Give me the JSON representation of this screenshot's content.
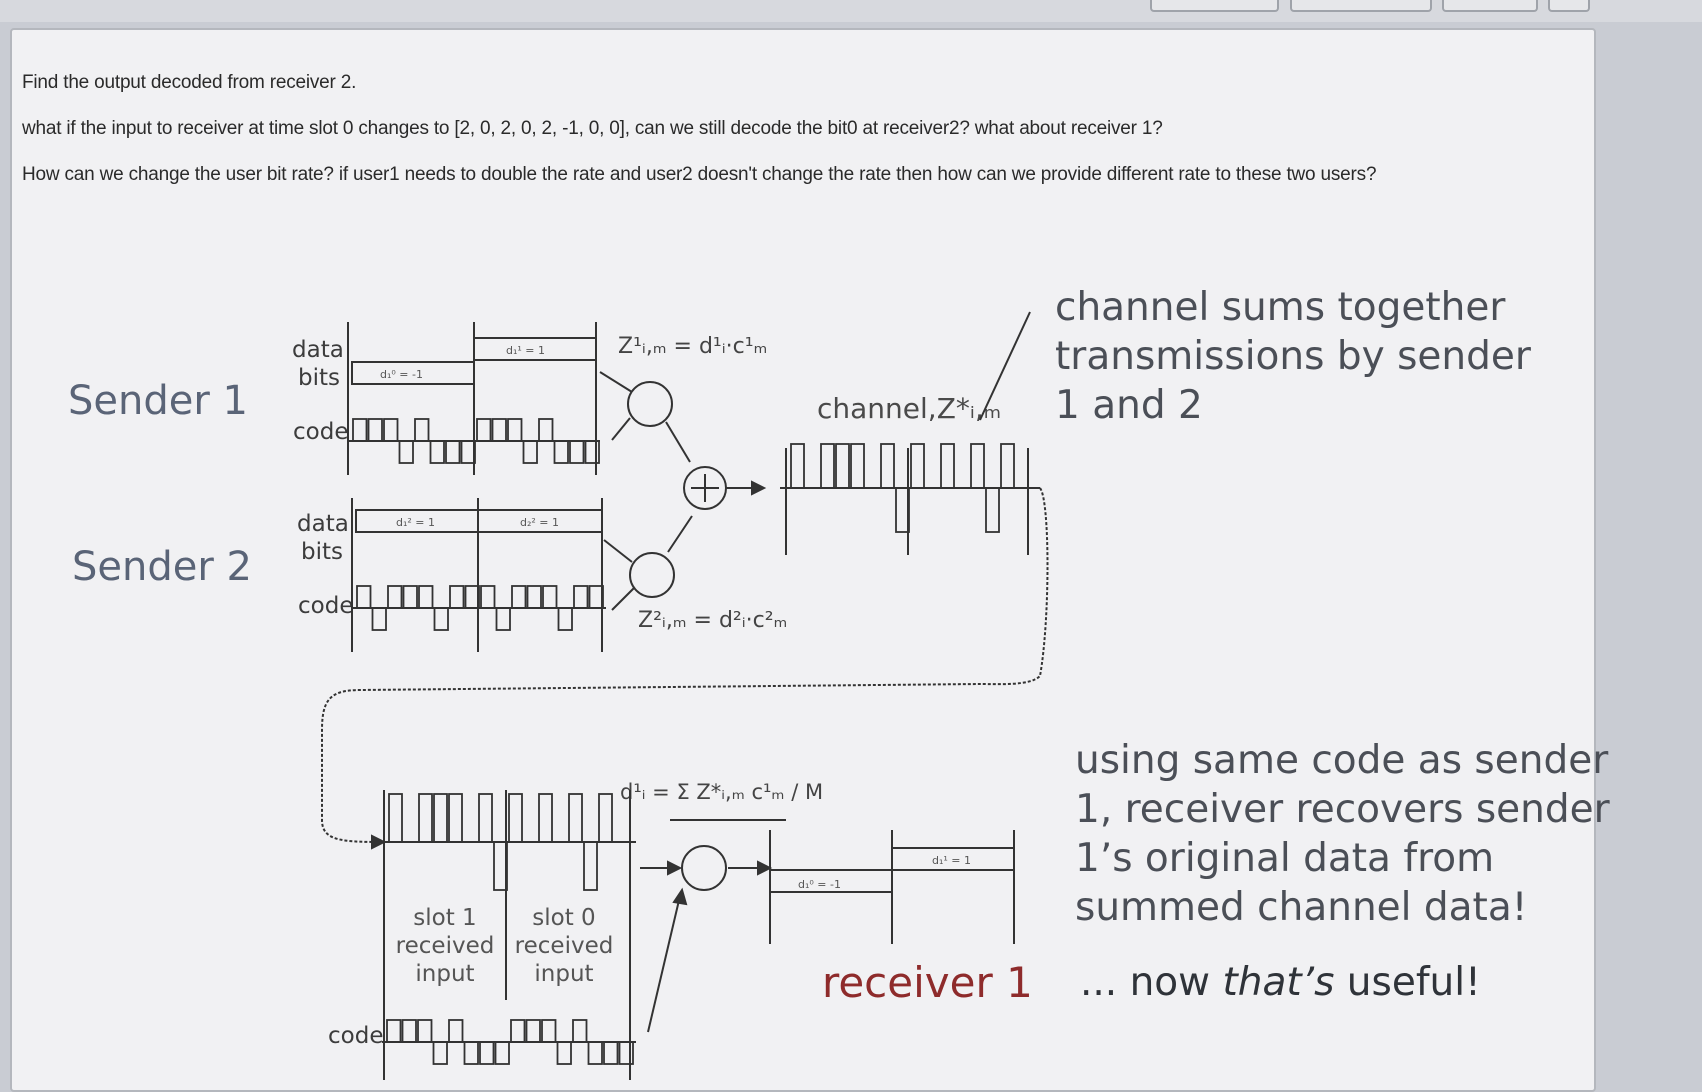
{
  "questions": [
    "Find the output decoded from receiver 2.",
    "what if the input to receiver at time slot 0 changes to [2, 0, 2, 0, 2, -1, 0, 0], can we still decode the bit0 at receiver2? what about receiver 1?",
    "How can we change the user bit rate? if user1 needs to double the rate and user2 doesn't change the rate then how can we  provide different rate to these two users?"
  ],
  "sender1": {
    "label": "Sender 1",
    "data_label": "data",
    "bits_label": "bits",
    "code_label": "code",
    "d0": "d₁⁰ = -1",
    "d1": "d₁¹ = 1",
    "z_formula": "Z¹ᵢ,ₘ = d¹ᵢ·c¹ₘ"
  },
  "sender2": {
    "label": "Sender 2",
    "data_label": "data",
    "bits_label": "bits",
    "code_label": "code",
    "d0": "d₁² = 1",
    "d1": "d₂² = 1",
    "z_formula": "Z²ᵢ,ₘ = d²ᵢ·c²ₘ"
  },
  "channel": {
    "label": "channel,Z*ᵢ,ₘ",
    "note": [
      "channel sums together",
      "transmissions by sender",
      "1 and 2"
    ],
    "plus": "+"
  },
  "receiver": {
    "code_label": "code",
    "slot1": [
      "slot 1",
      "received",
      "input"
    ],
    "slot0": [
      "slot 0",
      "received",
      "input"
    ],
    "decode_formula": "d¹ᵢ = Σ Z*ᵢ,ₘ c¹ₘ / M",
    "out0": "d₁⁰ = -1",
    "out1": "d₁¹ = 1",
    "label": "receiver 1",
    "note": [
      "using same code as sender",
      "1, receiver recovers sender",
      "1’s original data from",
      "summed channel data!"
    ],
    "useful_prefix": "... now ",
    "useful_em": "that’s",
    "useful_suffix": " useful!"
  },
  "code1": [
    1,
    1,
    1,
    -1,
    1,
    -1,
    -1,
    -1
  ],
  "code2": [
    1,
    -1,
    1,
    1,
    1,
    -1,
    1,
    1
  ],
  "channel_values": [
    2,
    0,
    2,
    2,
    2,
    0,
    2,
    -2,
    2,
    0,
    2,
    0,
    2,
    -2,
    2,
    0
  ]
}
